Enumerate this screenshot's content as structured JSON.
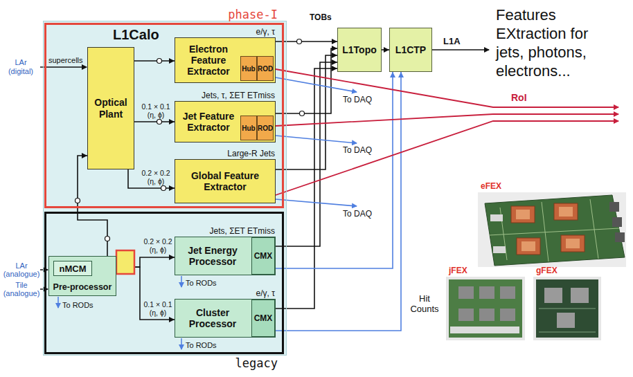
{
  "diagram": {
    "nodes": [
      {
        "text": [
          "L1Calo"
        ]
      },
      {
        "text": [
          "phase-I"
        ],
        "in": 0
      },
      {
        "text": [
          "Optical Plant"
        ],
        "in": 1
      },
      {
        "text": [
          "e/γ, τ",
          "Electron Feature Extractor"
        ],
        "in": 1
      },
      {
        "text": [
          "Hub"
        ],
        "in": 3
      },
      {
        "text": [
          "ROD"
        ],
        "in": 3
      },
      {
        "text": [
          "Jets, τ, ΣET ETmiss",
          "Jet Feature Extractor"
        ],
        "in": 1
      },
      {
        "text": [
          "Hub"
        ],
        "in": 6
      },
      {
        "text": [
          "ROD"
        ],
        "in": 6
      },
      {
        "text": [
          "Large-R Jets",
          "Global Feature Extractor"
        ],
        "in": 1
      },
      {
        "text": [
          "legacy"
        ],
        "in": 0
      },
      {
        "text": [
          "Pre-processor"
        ],
        "in": 10
      },
      {
        "text": [
          "nMCM"
        ],
        "in": 11
      },
      {
        "text": [
          "Jets, ΣET ETmiss",
          "Jet Energy Processor"
        ],
        "in": 10
      },
      {
        "text": [
          "CMX"
        ],
        "in": 13
      },
      {
        "text": [
          "e/γ, τ",
          "Cluster Processor"
        ],
        "in": 10
      },
      {
        "text": [
          "CMX"
        ],
        "in": 15
      },
      {
        "text": [
          "L1Topo"
        ]
      },
      {
        "text": [
          "L1CTP"
        ]
      }
    ],
    "edges": [
      {
        "from": 11,
        "to": 2,
        "arrow": "to"
      },
      {
        "from": 2,
        "to": 3,
        "arrow": "to"
      },
      {
        "from": 2,
        "to": 6,
        "arrow": "to"
      },
      {
        "from": 2,
        "to": 9,
        "arrow": "to"
      },
      {
        "from": 11,
        "to": 13,
        "arrow": "to"
      },
      {
        "from": 11,
        "to": 15,
        "arrow": "to"
      },
      {
        "from": 3,
        "to": 17,
        "arrow": "to"
      },
      {
        "from": 6,
        "to": 17,
        "arrow": "to"
      },
      {
        "from": 9,
        "to": 17,
        "arrow": "to"
      },
      {
        "from": 13,
        "to": 17,
        "arrow": "to"
      },
      {
        "from": 15,
        "to": 17,
        "arrow": "to"
      },
      {
        "from": 17,
        "to": 18,
        "arrow": "to"
      },
      {
        "from": 14,
        "to": 18,
        "arrow": "to"
      },
      {
        "from": 16,
        "to": 18,
        "arrow": "to"
      }
    ],
    "labels": [
      "LAr (digital)",
      "supercells",
      "0.1 × 0.1 (η, ϕ)",
      "0.2 × 0.2 (η, ϕ)",
      "TOBs",
      "L1A",
      "Features EXtraction for jets, photons, electrons...",
      "To DAQ",
      "To DAQ",
      "RoI",
      "To DAQ",
      "Hit Counts",
      "LAr (analogue)",
      "Tile (analogue)",
      "To RODs",
      "0.2 × 0.2 (η, ϕ)",
      "To RODs",
      "0.1 × 0.1 (η, ϕ)",
      "To RODs",
      "eFEX",
      "jFEX",
      "gFEX"
    ]
  }
}
